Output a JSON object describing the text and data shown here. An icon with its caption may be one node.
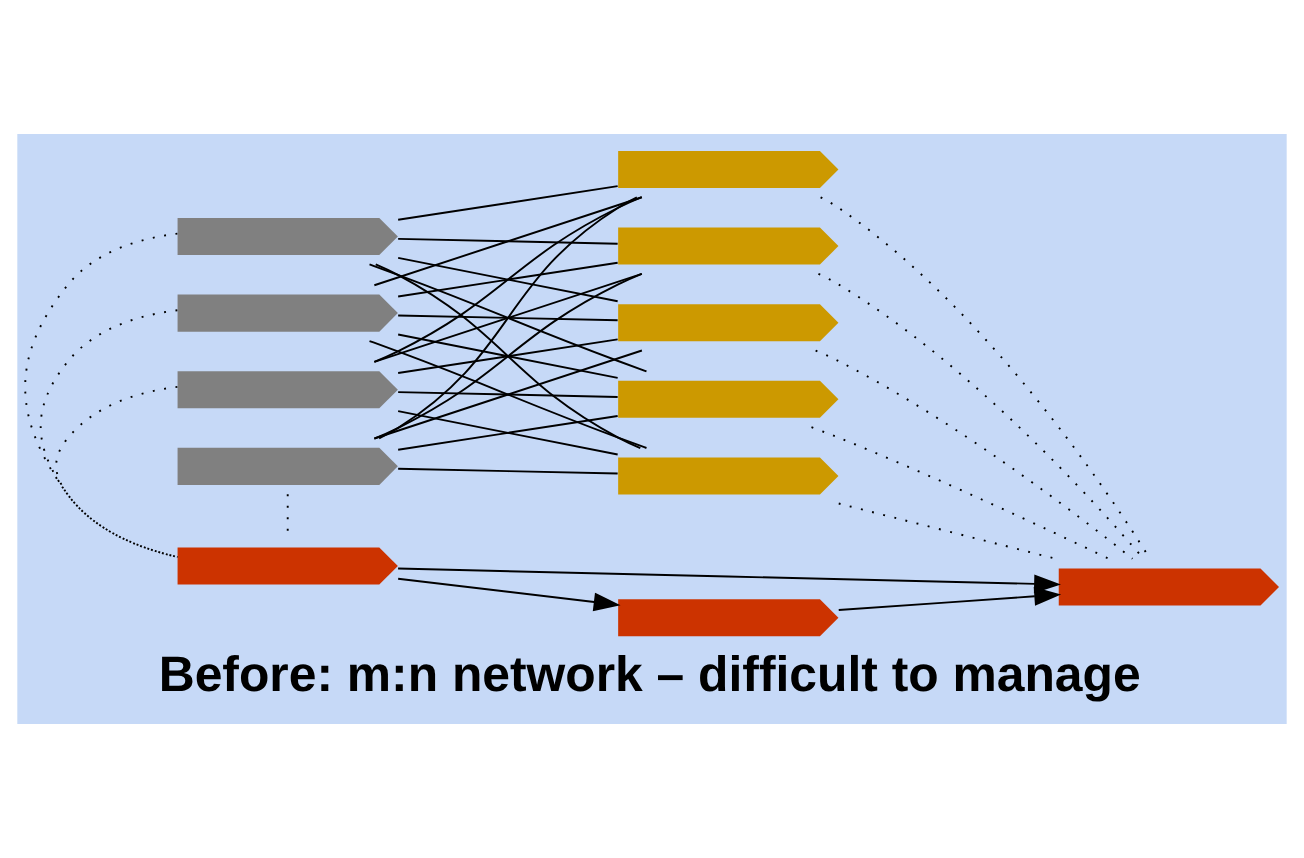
{
  "diagram": {
    "caption": "Before: m:n network – difficult to manage",
    "nodes": [
      {
        "text": [],
        "shape": "chevron"
      },
      {
        "text": [],
        "shape": "chevron"
      },
      {
        "text": [],
        "shape": "chevron"
      },
      {
        "text": [],
        "shape": "chevron"
      },
      {
        "text": [],
        "shape": "chevron"
      },
      {
        "text": [],
        "shape": "chevron"
      },
      {
        "text": [],
        "shape": "chevron"
      },
      {
        "text": [],
        "shape": "chevron"
      },
      {
        "text": [],
        "shape": "chevron"
      },
      {
        "text": [],
        "shape": "chevron"
      },
      {
        "text": [],
        "shape": "chevron"
      },
      {
        "text": [],
        "shape": "chevron"
      }
    ],
    "edges": [
      {
        "from": 0,
        "to": 4,
        "arrow": "none"
      },
      {
        "from": 0,
        "to": 5,
        "arrow": "none"
      },
      {
        "from": 0,
        "to": 6,
        "arrow": "none"
      },
      {
        "from": 0,
        "to": 7,
        "arrow": "none"
      },
      {
        "from": 0,
        "to": 8,
        "arrow": "none"
      },
      {
        "from": 1,
        "to": 4,
        "arrow": "none"
      },
      {
        "from": 1,
        "to": 5,
        "arrow": "none"
      },
      {
        "from": 1,
        "to": 6,
        "arrow": "none"
      },
      {
        "from": 1,
        "to": 7,
        "arrow": "none"
      },
      {
        "from": 1,
        "to": 8,
        "arrow": "none"
      },
      {
        "from": 2,
        "to": 4,
        "arrow": "none"
      },
      {
        "from": 2,
        "to": 5,
        "arrow": "none"
      },
      {
        "from": 2,
        "to": 6,
        "arrow": "none"
      },
      {
        "from": 2,
        "to": 7,
        "arrow": "none"
      },
      {
        "from": 2,
        "to": 8,
        "arrow": "none"
      },
      {
        "from": 3,
        "to": 4,
        "arrow": "none"
      },
      {
        "from": 3,
        "to": 5,
        "arrow": "none"
      },
      {
        "from": 3,
        "to": 6,
        "arrow": "none"
      },
      {
        "from": 3,
        "to": 7,
        "arrow": "none"
      },
      {
        "from": 3,
        "to": 8,
        "arrow": "none"
      },
      {
        "from": 0,
        "to": 9,
        "arrow": "none",
        "style": "dashed"
      },
      {
        "from": 1,
        "to": 9,
        "arrow": "none",
        "style": "dashed"
      },
      {
        "from": 2,
        "to": 9,
        "arrow": "none",
        "style": "dashed"
      },
      {
        "from": 3,
        "to": 9,
        "arrow": "none",
        "style": "dashed"
      },
      {
        "from": 4,
        "to": 11,
        "arrow": "none",
        "style": "dashed"
      },
      {
        "from": 5,
        "to": 11,
        "arrow": "none",
        "style": "dashed"
      },
      {
        "from": 6,
        "to": 11,
        "arrow": "none",
        "style": "dashed"
      },
      {
        "from": 7,
        "to": 11,
        "arrow": "none",
        "style": "dashed"
      },
      {
        "from": 8,
        "to": 11,
        "arrow": "none",
        "style": "dashed"
      },
      {
        "from": 9,
        "to": 10,
        "arrow": "to"
      },
      {
        "from": 9,
        "to": 11,
        "arrow": "to"
      },
      {
        "from": 10,
        "to": 11,
        "arrow": "to"
      }
    ]
  }
}
